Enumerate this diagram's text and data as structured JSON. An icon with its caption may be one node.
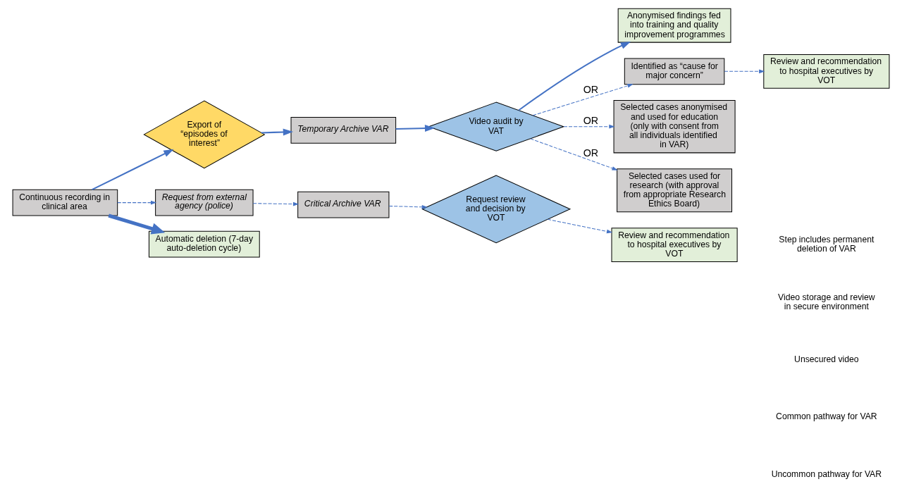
{
  "diagram": {
    "nodes": [
      {
        "text": [
          "Continuous recording in clinical area"
        ]
      },
      {
        "text": [
          "Export of “episodes of interest”"
        ]
      },
      {
        "text": [
          "Temporary Archive VAR"
        ]
      },
      {
        "text": [
          "Video audit by VAT"
        ]
      },
      {
        "text": [
          "Anonymised findings fed into training and quality improvement programmes"
        ]
      },
      {
        "text": [
          "Identified as “cause for major concern”"
        ]
      },
      {
        "text": [
          "Review and recommendation to hospital executives by VOT"
        ]
      },
      {
        "text": [
          "Selected cases anonymised and used for education (only with consent from all individuals identified in VAR)"
        ]
      },
      {
        "text": [
          "Selected cases used for research (with approval from appropriate Research Ethics Board)"
        ]
      },
      {
        "text": [
          "Request from external agency (police)"
        ]
      },
      {
        "text": [
          "Critical Archive VAR"
        ]
      },
      {
        "text": [
          "Request review and decision by VOT"
        ]
      },
      {
        "text": [
          "Review and recommendation to hospital executives by VOT"
        ]
      },
      {
        "text": [
          "Automatic deletion (7-day auto-deletion cycle)"
        ]
      }
    ],
    "edges": [
      {
        "from": 0,
        "to": 13,
        "arrow": "to",
        "style": "thick"
      },
      {
        "from": 0,
        "to": 1,
        "arrow": "to"
      },
      {
        "from": 1,
        "to": 2,
        "arrow": "to"
      },
      {
        "from": 2,
        "to": 3,
        "arrow": "to"
      },
      {
        "from": 3,
        "to": 4,
        "arrow": "to"
      },
      {
        "from": 3,
        "to": 5,
        "arrow": "to",
        "style": "dashed",
        "label": "OR"
      },
      {
        "from": 5,
        "to": 6,
        "arrow": "to",
        "style": "dashed"
      },
      {
        "from": 3,
        "to": 7,
        "arrow": "to",
        "style": "dashed",
        "label": "OR"
      },
      {
        "from": 3,
        "to": 8,
        "arrow": "to",
        "style": "dashed",
        "label": "OR"
      },
      {
        "from": 0,
        "to": 9,
        "arrow": "to",
        "style": "dashed"
      },
      {
        "from": 9,
        "to": 10,
        "arrow": "to",
        "style": "dashed"
      },
      {
        "from": 10,
        "to": 11,
        "arrow": "to",
        "style": "dashed"
      },
      {
        "from": 11,
        "to": 12,
        "arrow": "to",
        "style": "dashed"
      }
    ],
    "legend": [
      {
        "text": "Step includes permanent deletion of VAR"
      },
      {
        "text": "Video storage and review in secure environment"
      },
      {
        "text": "Unsecured video"
      },
      {
        "text": "Common pathway for VAR"
      },
      {
        "text": "Uncommon pathway for VAR"
      }
    ]
  }
}
